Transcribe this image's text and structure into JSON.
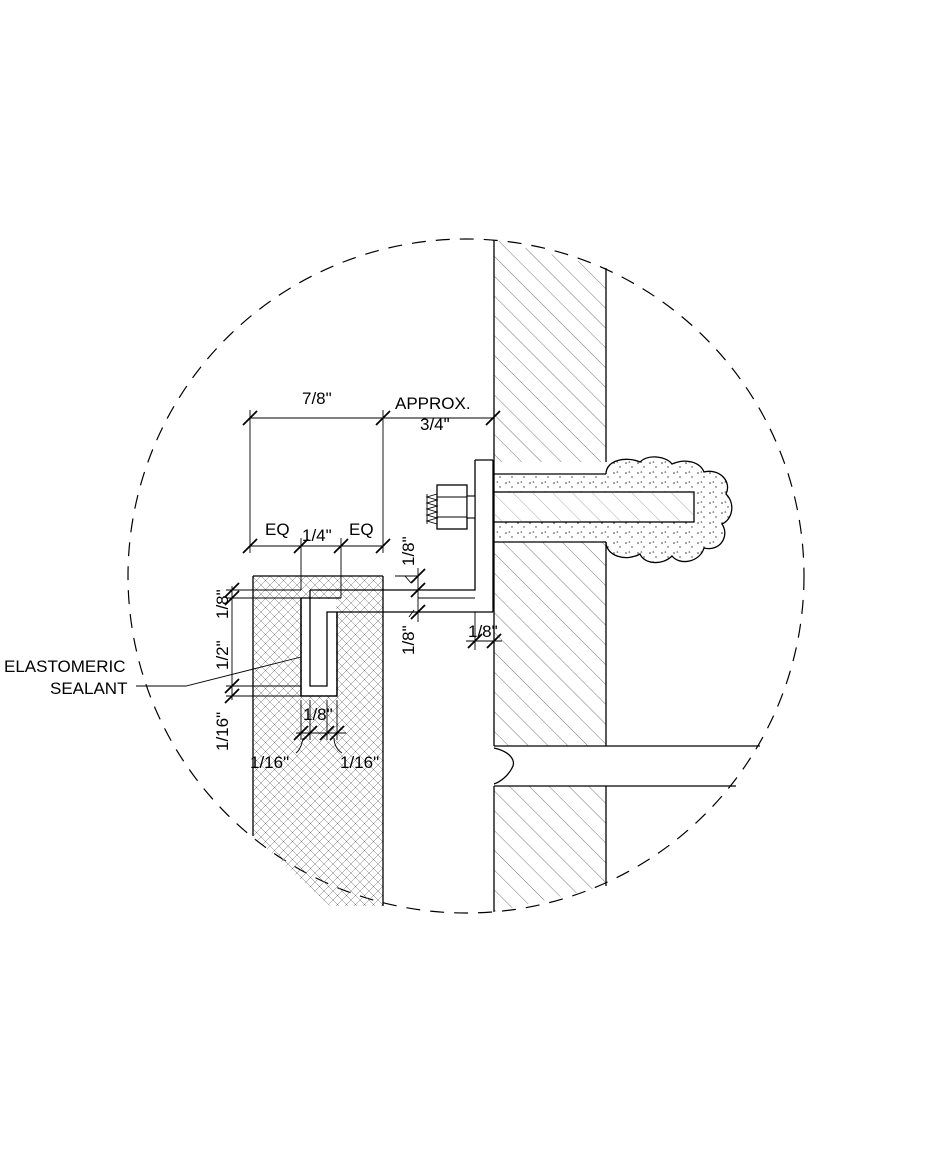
{
  "detail": {
    "labels": {
      "overall_width": "7/8\"",
      "approx_line1": "APPROX.",
      "approx_line2": "3/4\"",
      "eq_left": "EQ",
      "slot_width": "1/4\"",
      "eq_right": "EQ",
      "clip_gap_vertical": "1/8\"",
      "clip_thickness": "1/8\"",
      "clip_to_wall": "1/8\"",
      "top_reveal": "1/8\"",
      "slot_depth": "1/2\"",
      "bottom_reveal": "1/16\"",
      "tab_thickness": "1/8\"",
      "clearance_left": "1/16\"",
      "clearance_right": "1/16\"",
      "callout_line1": "ELASTOMERIC",
      "callout_line2": "SEALANT"
    },
    "colors": {
      "line": "#000000",
      "background": "#ffffff",
      "hatch": "#555555"
    }
  }
}
